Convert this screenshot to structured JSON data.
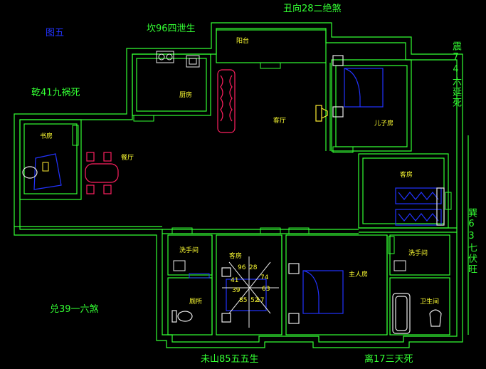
{
  "figure_label": "图五",
  "directions": {
    "top": "丑向28二绝煞",
    "upper_left": "坎96四泄生",
    "left": "乾41九祸死",
    "lower_left": "兑39一六煞",
    "right_upper": "震74六延死",
    "right_lower": "巽63七伏旺",
    "bottom_left": "未山85五五生",
    "bottom_right": "离17三天死"
  },
  "rooms": {
    "balcony": "阳台",
    "kitchen": "厨房",
    "living": "客厅",
    "child": "儿子房",
    "study": "书房",
    "dining": "餐厅",
    "guest_right": "客房",
    "wash_left": "洗手间",
    "toilet_left": "厕所",
    "guest_center": "客房",
    "master": "主人房",
    "wash_right": "洗手间",
    "bath_right": "卫生间"
  },
  "star_numbers": {
    "n96": "96",
    "n28": "28",
    "n74": "74",
    "n63": "63",
    "n85": "85",
    "n52": "52",
    "n39": "39",
    "n17": "17",
    "n41": "41"
  },
  "colors": {
    "wall": "#33ff33",
    "furniture": "#2233ff",
    "fixture": "#e8e8e8",
    "accent": "#ff2060",
    "label_small": "#ffff33"
  }
}
